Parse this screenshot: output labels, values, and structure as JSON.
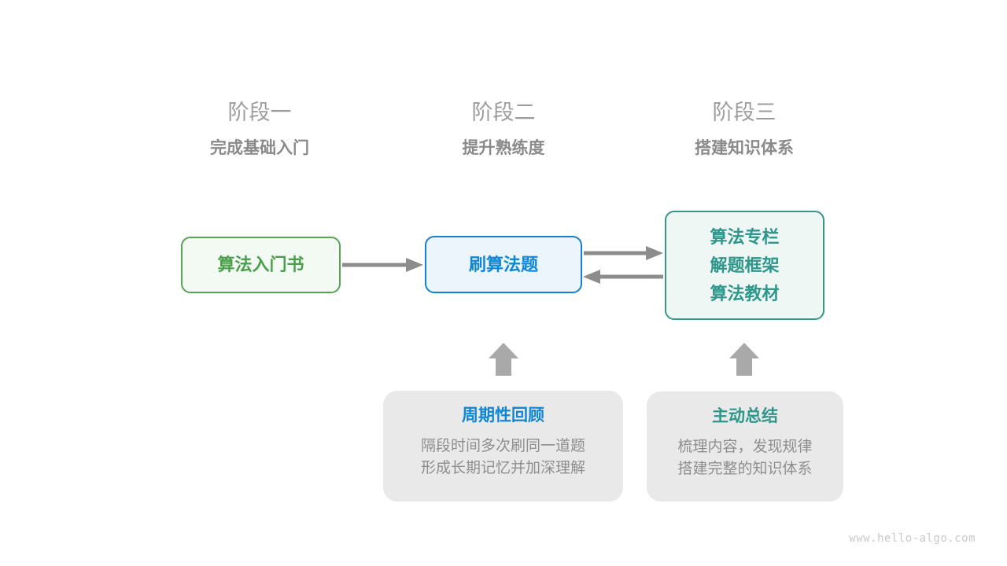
{
  "phases": [
    {
      "title": "阶段一",
      "subtitle": "完成基础入门"
    },
    {
      "title": "阶段二",
      "subtitle": "提升熟练度"
    },
    {
      "title": "阶段三",
      "subtitle": "搭建知识体系"
    }
  ],
  "nodes": {
    "intro_book": {
      "label": "算法入门书"
    },
    "practice": {
      "label": "刷算法题"
    },
    "knowledge": {
      "lines": [
        "算法专栏",
        "解题框架",
        "算法教材"
      ]
    }
  },
  "notes": [
    {
      "title": "周期性回顾",
      "lines": [
        "隔段时间多次刷同一道题",
        "形成长期记忆并加深理解"
      ]
    },
    {
      "title": "主动总结",
      "lines": [
        "梳理内容，发现规律",
        "搭建完整的知识体系"
      ]
    }
  ],
  "watermark": "www.hello-algo.com",
  "icons": [
    "arrow-right-icon",
    "arrow-right-icon",
    "arrow-left-icon",
    "block-arrow-up-icon",
    "block-arrow-up-icon"
  ],
  "colors": {
    "phase_title": "#9d9d9d",
    "phase_subtitle": "#8a8a8a",
    "green_border": "#57a457",
    "green_text": "#4aa04a",
    "green_bg": "#f3faf3",
    "blue_border": "#1380d4",
    "blue_text": "#0f86d6",
    "blue_bg": "#ecf5fc",
    "teal_border": "#35968a",
    "teal_text": "#2e968a",
    "teal_bg": "#eef7f4",
    "note_bg": "#e9e9e9",
    "body_text": "#8e8e8e",
    "arrow": "#8c8c8c",
    "block_arrow": "#a9a9a9",
    "watermark": "#c9c9c9"
  }
}
